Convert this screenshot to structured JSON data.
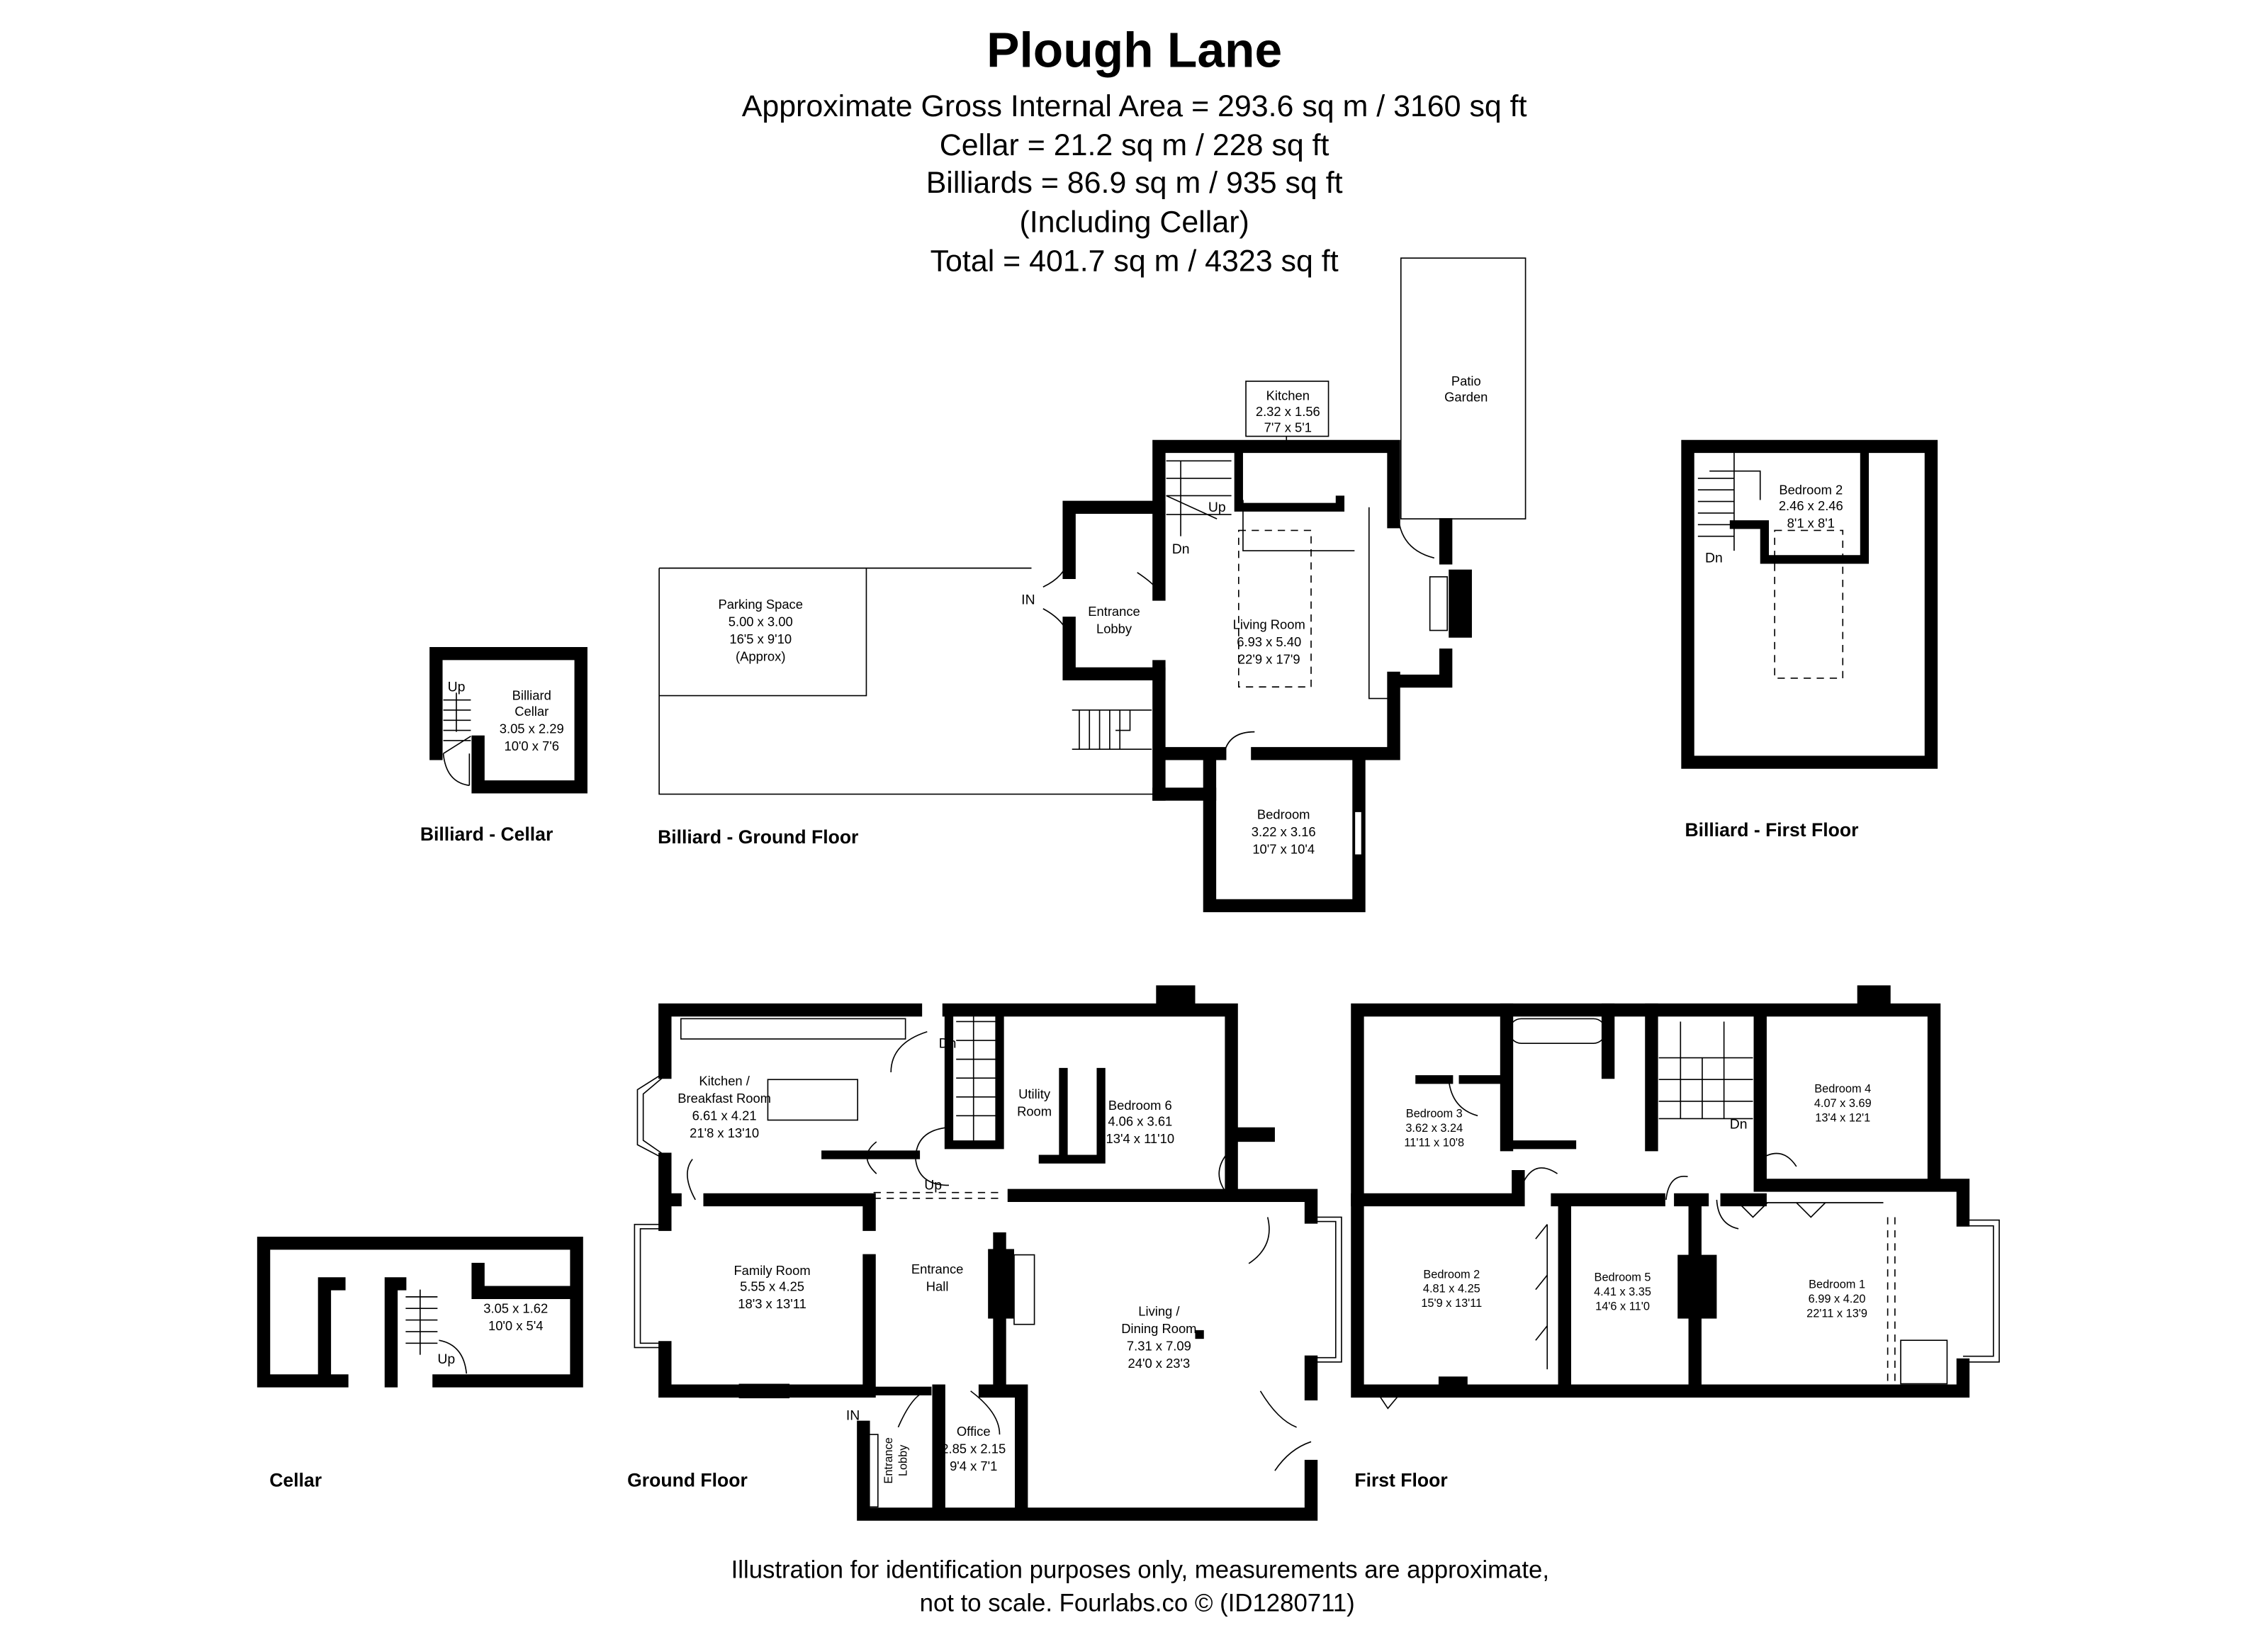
{
  "header": {
    "title": "Plough Lane",
    "area_lines": [
      "Approximate Gross Internal Area = 293.6 sq m / 3160 sq ft",
      "Cellar = 21.2 sq m / 228 sq ft",
      "Billiards = 86.9 sq m / 935 sq ft",
      "(Including Cellar)",
      "Total = 401.7 sq m / 4323 sq ft"
    ]
  },
  "floors": {
    "billiard_cellar": {
      "label": "Billiard - Cellar",
      "rooms": [
        {
          "lines": [
            "Billiard",
            "Cellar",
            "3.05 x 2.29",
            "10'0 x 7'6"
          ]
        }
      ],
      "markers": {
        "up": "Up"
      }
    },
    "billiard_ground": {
      "label": "Billiard - Ground Floor",
      "rooms": [
        {
          "lines": [
            "Parking Space",
            "5.00 x 3.00",
            "16'5 x 9'10",
            "(Approx)"
          ]
        },
        {
          "lines": [
            "Kitchen",
            "2.32 x 1.56",
            "7'7 x 5'1"
          ]
        },
        {
          "lines": [
            "Patio",
            "Garden"
          ]
        },
        {
          "lines": [
            "Entrance",
            "Lobby"
          ]
        },
        {
          "lines": [
            "Living Room",
            "6.93 x 5.40",
            "22'9 x 17'9"
          ]
        },
        {
          "lines": [
            "Bedroom",
            "3.22 x 3.16",
            "10'7 x 10'4"
          ]
        }
      ],
      "markers": {
        "up": "Up",
        "down": "Dn",
        "in": "IN"
      }
    },
    "billiard_first": {
      "label": "Billiard - First Floor",
      "rooms": [
        {
          "lines": [
            "Bedroom 2",
            "2.46 x 2.46",
            "8'1 x 8'1"
          ]
        }
      ],
      "markers": {
        "down": "Dn"
      }
    },
    "cellar": {
      "label": "Cellar",
      "rooms": [
        {
          "lines": [
            "3.05 x 1.62",
            "10'0 x 5'4"
          ]
        }
      ],
      "markers": {
        "up": "Up"
      }
    },
    "ground": {
      "label": "Ground Floor",
      "rooms": [
        {
          "lines": [
            "Kitchen /",
            "Breakfast Room",
            "6.61 x 4.21",
            "21'8 x 13'10"
          ]
        },
        {
          "lines": [
            "Utility",
            "Room"
          ]
        },
        {
          "lines": [
            "Bedroom 6",
            "4.06 x 3.61",
            "13'4 x 11'10"
          ]
        },
        {
          "lines": [
            "Family Room",
            "5.55 x 4.25",
            "18'3 x 13'11"
          ]
        },
        {
          "lines": [
            "Entrance",
            "Hall"
          ]
        },
        {
          "lines": [
            "Living /",
            "Dining Room",
            "7.31 x 7.09",
            "24'0 x 23'3"
          ]
        },
        {
          "lines": [
            "Office",
            "2.85 x 2.15",
            "9'4 x 7'1"
          ]
        },
        {
          "lines": [
            "Entrance",
            "Lobby"
          ]
        }
      ],
      "markers": {
        "up": "Up",
        "down": "Dn",
        "in": "IN"
      }
    },
    "first": {
      "label": "First Floor",
      "rooms": [
        {
          "lines": [
            "Bedroom 3",
            "3.62 x 3.24",
            "11'11 x 10'8"
          ]
        },
        {
          "lines": [
            "Bedroom 4",
            "4.07 x 3.69",
            "13'4 x 12'1"
          ]
        },
        {
          "lines": [
            "Bedroom 2",
            "4.81 x 4.25",
            "15'9 x 13'11"
          ]
        },
        {
          "lines": [
            "Bedroom 5",
            "4.41 x 3.35",
            "14'6 x 11'0"
          ]
        },
        {
          "lines": [
            "Bedroom 1",
            "6.99 x 4.20",
            "22'11 x 13'9"
          ]
        }
      ],
      "markers": {
        "down": "Dn"
      }
    }
  },
  "footer": {
    "lines": [
      "Illustration for identification purposes only, measurements are approximate,",
      "not to scale. Fourlabs.co © (ID1280711)"
    ]
  }
}
